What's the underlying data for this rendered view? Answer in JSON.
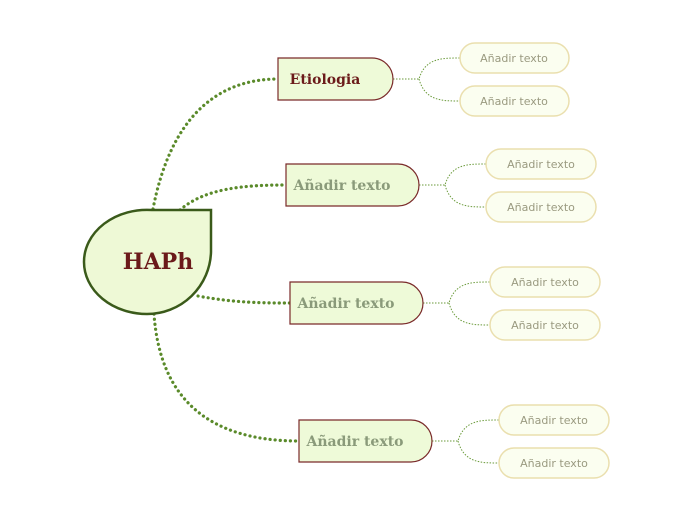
{
  "central": {
    "label": "HAPh"
  },
  "branches": [
    {
      "label": "Etiologia",
      "color": "#6b1a1a",
      "leaves": [
        "Añadir texto",
        "Añadir texto"
      ]
    },
    {
      "label": "Añadir texto",
      "color": "#8a9a7a",
      "leaves": [
        "Añadir texto",
        "Añadir texto"
      ]
    },
    {
      "label": "Añadir texto",
      "color": "#8a9a7a",
      "leaves": [
        "Añadir texto",
        "Añadir texto"
      ]
    },
    {
      "label": "Añadir texto",
      "color": "#8a9a7a",
      "leaves": [
        "Añadir texto",
        "Añadir texto"
      ]
    }
  ],
  "colors": {
    "connector": "#5a8a2a",
    "central_fill": "#eef9d6",
    "central_stroke": "#3a5a1a",
    "branch_fill": "#eefad8",
    "branch_stroke": "#7a2a2a",
    "leaf_fill": "#fbfef0",
    "leaf_stroke": "#eadfae",
    "leaf_connector": "#6a9a3a"
  }
}
